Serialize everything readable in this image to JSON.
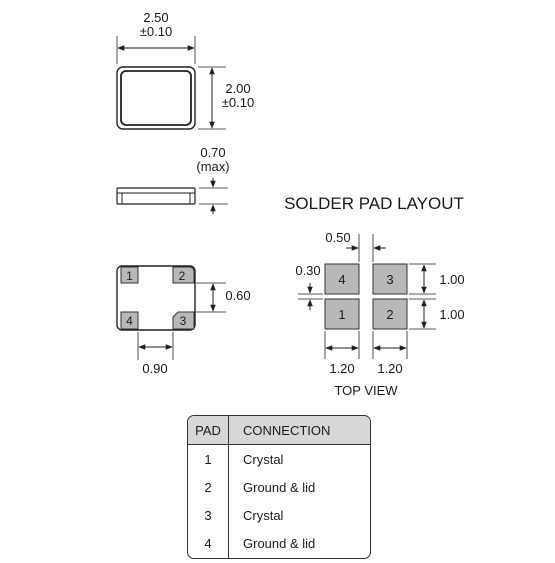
{
  "dimensions": {
    "width_value": "2.50",
    "width_tol": "±0.10",
    "height_value": "2.00",
    "height_tol": "±0.10",
    "thickness_value": "0.70",
    "thickness_note": "(max)",
    "pad_pitch_y": "0.60",
    "pad_pitch_x": "0.90"
  },
  "bottom_pins": [
    "1",
    "2",
    "3",
    "4"
  ],
  "solder_layout": {
    "title": "SOLDER PAD LAYOUT",
    "gap_x": "0.50",
    "gap_y": "0.30",
    "pad_h_top": "1.00",
    "pad_h_bottom": "1.00",
    "pad_w_left": "1.20",
    "pad_w_right": "1.20",
    "view_label": "TOP VIEW",
    "pads": {
      "top_left": "4",
      "top_right": "3",
      "bottom_left": "1",
      "bottom_right": "2"
    }
  },
  "pad_table": {
    "headers": [
      "PAD",
      "CONNECTION"
    ],
    "rows": [
      {
        "pad": "1",
        "connection": "Crystal"
      },
      {
        "pad": "2",
        "connection": "Ground & lid"
      },
      {
        "pad": "3",
        "connection": "Crystal"
      },
      {
        "pad": "4",
        "connection": "Ground & lid"
      }
    ]
  }
}
